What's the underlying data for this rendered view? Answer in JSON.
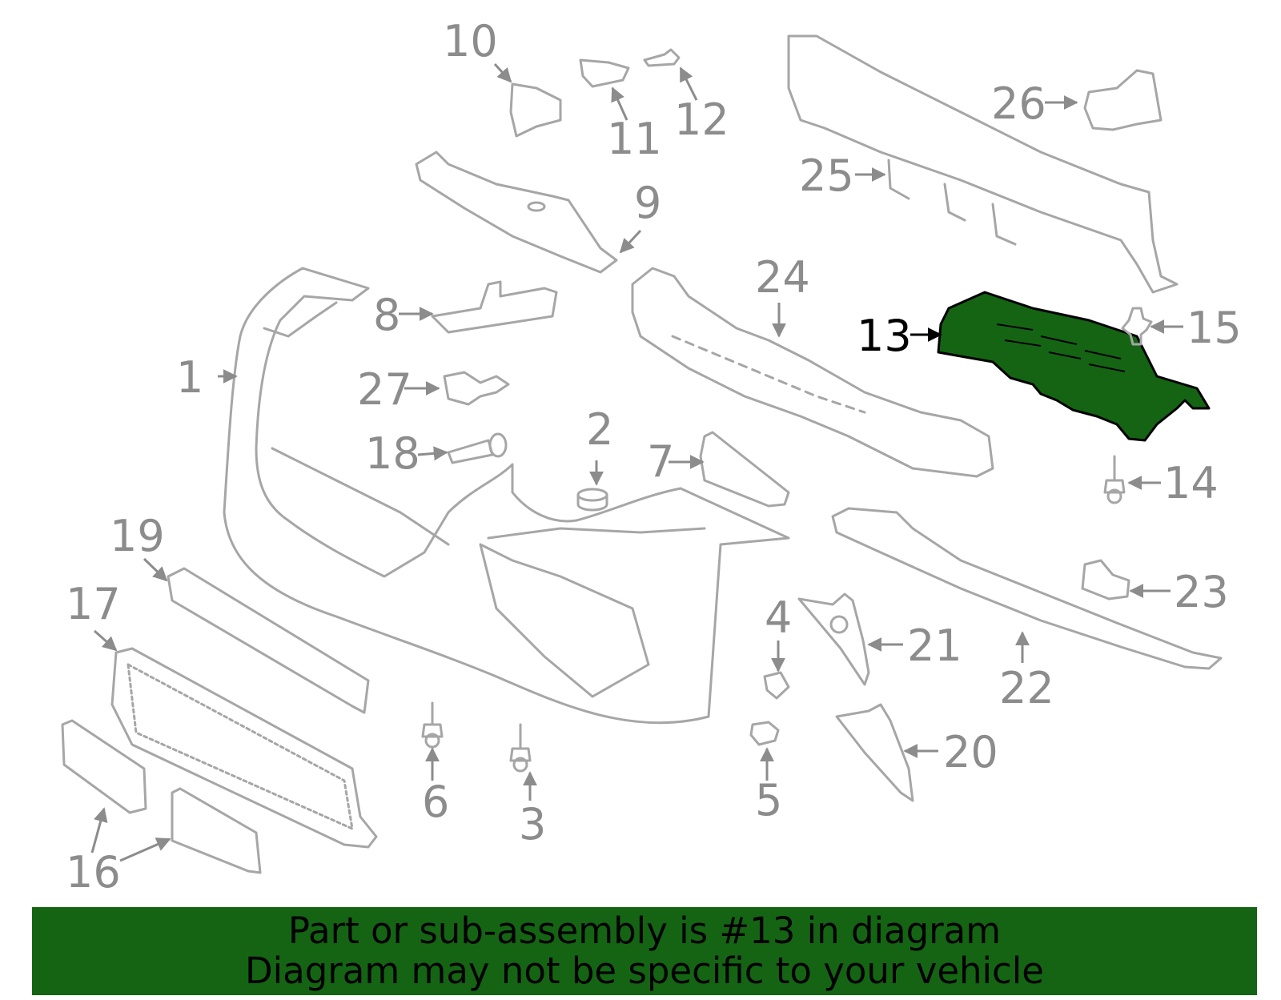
{
  "diagram": {
    "highlighted_part": "13",
    "highlight_color": "#146414",
    "outline_color": "#a6a6a6",
    "callouts": [
      "1",
      "2",
      "3",
      "4",
      "5",
      "6",
      "7",
      "8",
      "9",
      "10",
      "11",
      "12",
      "13",
      "14",
      "15",
      "16",
      "17",
      "18",
      "19",
      "20",
      "21",
      "22",
      "23",
      "24",
      "25",
      "26",
      "27"
    ]
  },
  "banner": {
    "line1": "Part or sub-assembly is #13 in diagram",
    "line2": "Diagram may not be specific to your vehicle",
    "background": "#146414"
  }
}
